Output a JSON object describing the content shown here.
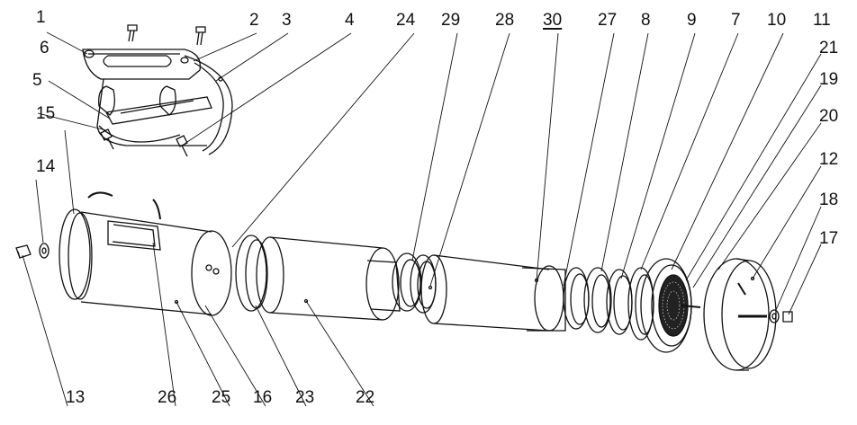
{
  "drawing": {
    "labels": {
      "p1": "1",
      "p2": "2",
      "p3": "3",
      "p4": "4",
      "p5": "5",
      "p6": "6",
      "p7": "7",
      "p8": "8",
      "p9": "9",
      "p10": "10",
      "p11": "11",
      "p12": "12",
      "p13": "13",
      "p14": "14",
      "p15": "15",
      "p16": "16",
      "p17": "17",
      "p18": "18",
      "p19": "19",
      "p20": "20",
      "p21": "21",
      "p22": "22",
      "p23": "23",
      "p24": "24",
      "p25": "25",
      "p26": "26",
      "p27": "27",
      "p28": "28",
      "p29": "29",
      "p30": "30"
    }
  }
}
